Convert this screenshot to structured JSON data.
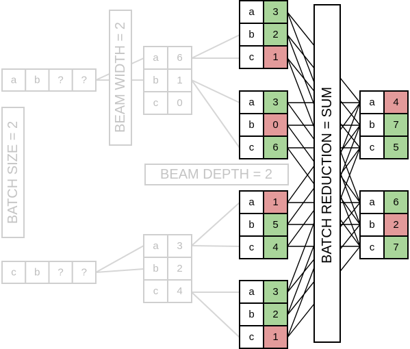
{
  "colors": {
    "green": "#a9d59a",
    "red": "#e39a9a",
    "white": "#ffffff",
    "grey": "#cfcfcf"
  },
  "labels": {
    "batch_size": "BATCH SIZE = 2",
    "beam_width": "BEAM WIDTH = 2",
    "beam_depth": "BEAM DEPTH = 2",
    "batch_reduction": "BATCH REDUCTION = SUM"
  },
  "inputs": [
    {
      "tokens": [
        "a",
        "b",
        "?",
        "?"
      ]
    },
    {
      "tokens": [
        "c",
        "b",
        "?",
        "?"
      ]
    }
  ],
  "level1": [
    {
      "rows": [
        {
          "label": "a",
          "value": "6"
        },
        {
          "label": "b",
          "value": "1"
        },
        {
          "label": "c",
          "value": "0"
        }
      ]
    },
    {
      "rows": [
        {
          "label": "a",
          "value": "3"
        },
        {
          "label": "b",
          "value": "2"
        },
        {
          "label": "c",
          "value": "4"
        }
      ]
    }
  ],
  "level2": [
    {
      "rows": [
        {
          "label": "a",
          "value": "3",
          "color": "green"
        },
        {
          "label": "b",
          "value": "2",
          "color": "green"
        },
        {
          "label": "c",
          "value": "1",
          "color": "red"
        }
      ]
    },
    {
      "rows": [
        {
          "label": "a",
          "value": "3",
          "color": "green"
        },
        {
          "label": "b",
          "value": "0",
          "color": "red"
        },
        {
          "label": "c",
          "value": "6",
          "color": "green"
        }
      ]
    },
    {
      "rows": [
        {
          "label": "a",
          "value": "1",
          "color": "red"
        },
        {
          "label": "b",
          "value": "5",
          "color": "green"
        },
        {
          "label": "c",
          "value": "4",
          "color": "green"
        }
      ]
    },
    {
      "rows": [
        {
          "label": "a",
          "value": "3",
          "color": "green"
        },
        {
          "label": "b",
          "value": "2",
          "color": "green"
        },
        {
          "label": "c",
          "value": "1",
          "color": "red"
        }
      ]
    }
  ],
  "outputs": [
    {
      "rows": [
        {
          "label": "a",
          "value": "4",
          "color": "red"
        },
        {
          "label": "b",
          "value": "7",
          "color": "green"
        },
        {
          "label": "c",
          "value": "5",
          "color": "green"
        }
      ]
    },
    {
      "rows": [
        {
          "label": "a",
          "value": "6",
          "color": "green"
        },
        {
          "label": "b",
          "value": "2",
          "color": "red"
        },
        {
          "label": "c",
          "value": "7",
          "color": "green"
        }
      ]
    }
  ]
}
